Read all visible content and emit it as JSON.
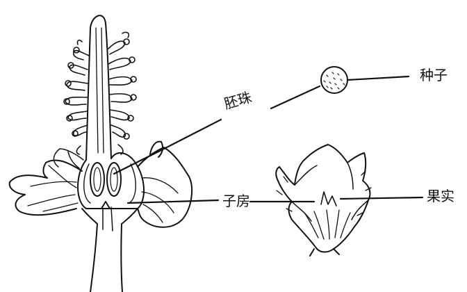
{
  "labels": {
    "ovule": "胚珠",
    "ovary": "子房",
    "seed": "种子",
    "fruit": "果实"
  },
  "colors": {
    "ink": "#111111",
    "background": "#ffffff"
  }
}
